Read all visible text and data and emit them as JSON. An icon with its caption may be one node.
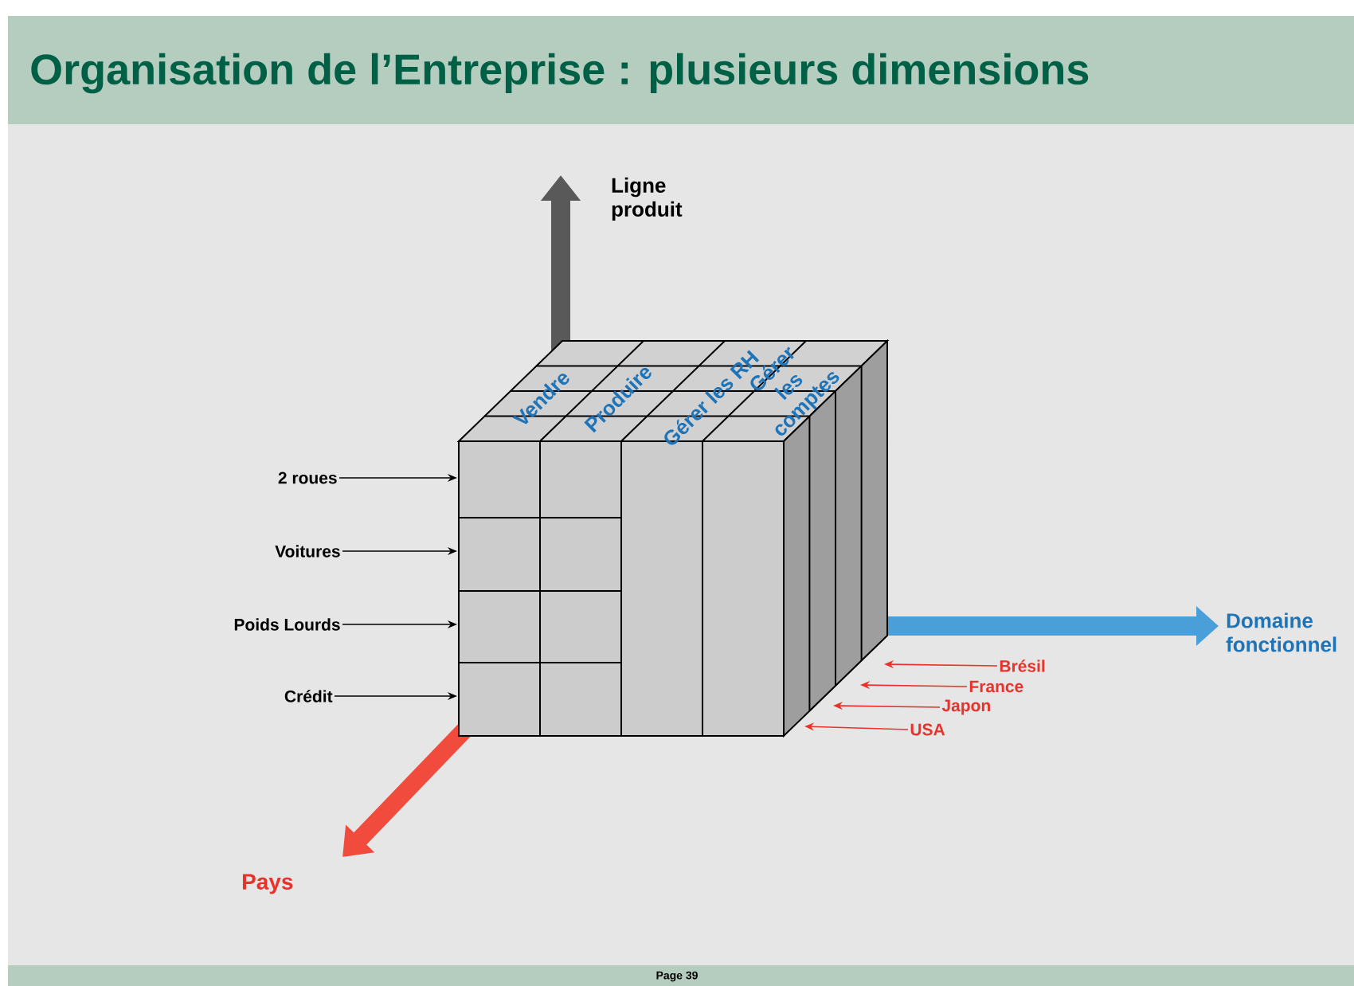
{
  "diagram": {
    "title": "Organisation de l’Entreprise : plusieurs dimensions",
    "nodes": [
      {
        "text": [
          "2 roues"
        ]
      },
      {
        "text": [
          "Voitures"
        ]
      },
      {
        "text": [
          "Poids Lourds"
        ]
      },
      {
        "text": [
          "Crédit"
        ]
      },
      {
        "text": [
          "Brésil"
        ]
      },
      {
        "text": [
          "France"
        ]
      },
      {
        "text": [
          "Japon"
        ]
      },
      {
        "text": [
          "USA"
        ]
      },
      {
        "text": [
          "Vendre",
          "Produire",
          "Gérer les RH",
          "Gérer les comptes"
        ]
      }
    ],
    "edges": [
      {
        "from": 0,
        "to": 8,
        "arrow": "to"
      },
      {
        "from": 1,
        "to": 8,
        "arrow": "to"
      },
      {
        "from": 2,
        "to": 8,
        "arrow": "to"
      },
      {
        "from": 3,
        "to": 8,
        "arrow": "to"
      },
      {
        "from": 4,
        "to": 8,
        "arrow": "to",
        "color": "#e8322a"
      },
      {
        "from": 5,
        "to": 8,
        "arrow": "to",
        "color": "#e8322a"
      },
      {
        "from": 6,
        "to": 8,
        "arrow": "to",
        "color": "#e8322a"
      },
      {
        "from": 7,
        "to": 8,
        "arrow": "to",
        "color": "#e8322a"
      }
    ],
    "labels": [
      "Ligne produit",
      "Domaine fonctionnel",
      "Pays",
      "Page 39"
    ]
  }
}
